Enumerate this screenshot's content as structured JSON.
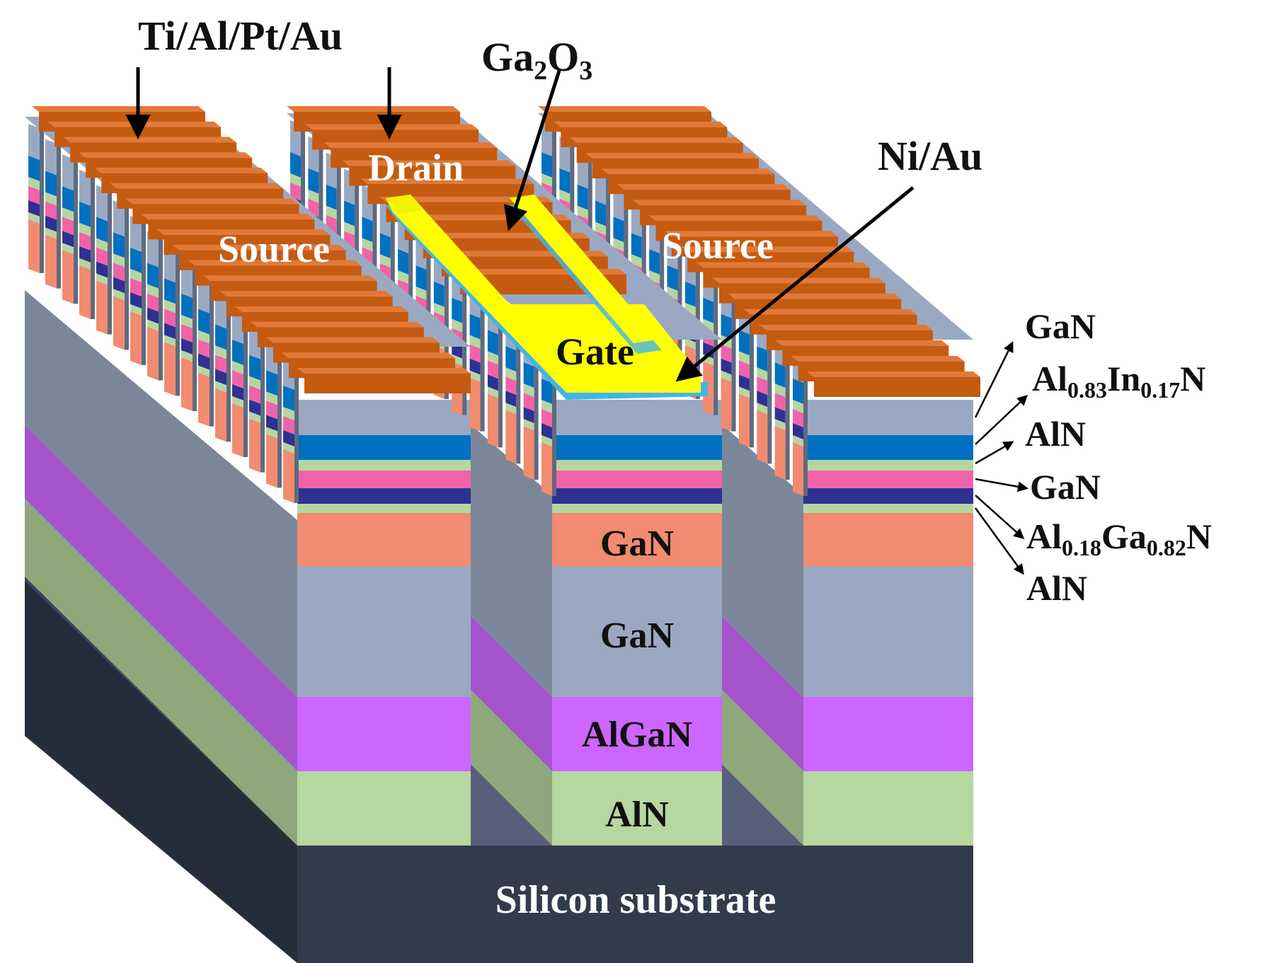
{
  "labels": {
    "contact_metal": "Ti/Al/Pt/Au",
    "oxide_base": "Ga",
    "oxide_sub1": "2",
    "oxide_mid": "O",
    "oxide_sub2": "3",
    "gate_metal": "Ni/Au",
    "drain": "Drain",
    "source_left": "Source",
    "source_right": "Source",
    "gate": "Gate",
    "gan_channel": "GaN",
    "gan_buffer": "GaN",
    "algan": "AlGaN",
    "aln_nucleation": "AlN",
    "substrate": "Silicon substrate"
  },
  "stack_labels": {
    "cap": "GaN",
    "barrier_a": "Al",
    "barrier_a_sub1": "0.83",
    "barrier_b": "In",
    "barrier_b_sub": "0.17",
    "barrier_c": "N",
    "spacer": "AlN",
    "channel": "GaN",
    "backbarrier_a": "Al",
    "backbarrier_a_sub": "0.18",
    "backbarrier_b": "Ga",
    "backbarrier_b_sub": "0.82",
    "backbarrier_c": "N",
    "interlayer": "AlN"
  },
  "colors": {
    "contact": "#c55a11",
    "contact_light": "#e07a38",
    "cap_gan": "#9aa9c1",
    "barrier": "#0070c0",
    "spacer": "#b5d6a0",
    "pink": "#f163a8",
    "navy": "#2e3192",
    "channel_gan": "#f28b6f",
    "buffer_gan": "#9aa9c1",
    "algan": "#cc66ff",
    "aln": "#b6d7a0",
    "substrate": "#323b4c",
    "gate": "#ffff00",
    "oxide": "#41b6e6"
  }
}
